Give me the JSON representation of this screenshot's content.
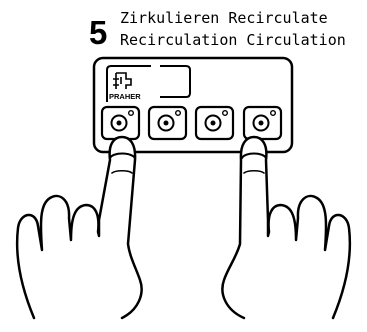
{
  "instruction": {
    "step_number": "5",
    "line_1": "Zirkulieren Recirculate",
    "line_2": "Recirculation Circulation"
  },
  "device": {
    "brand": "PRAHER",
    "buttons": [
      "button-1",
      "button-2",
      "button-3",
      "button-4"
    ]
  },
  "hands": {
    "left": "left-hand-icon",
    "right": "right-hand-icon"
  }
}
